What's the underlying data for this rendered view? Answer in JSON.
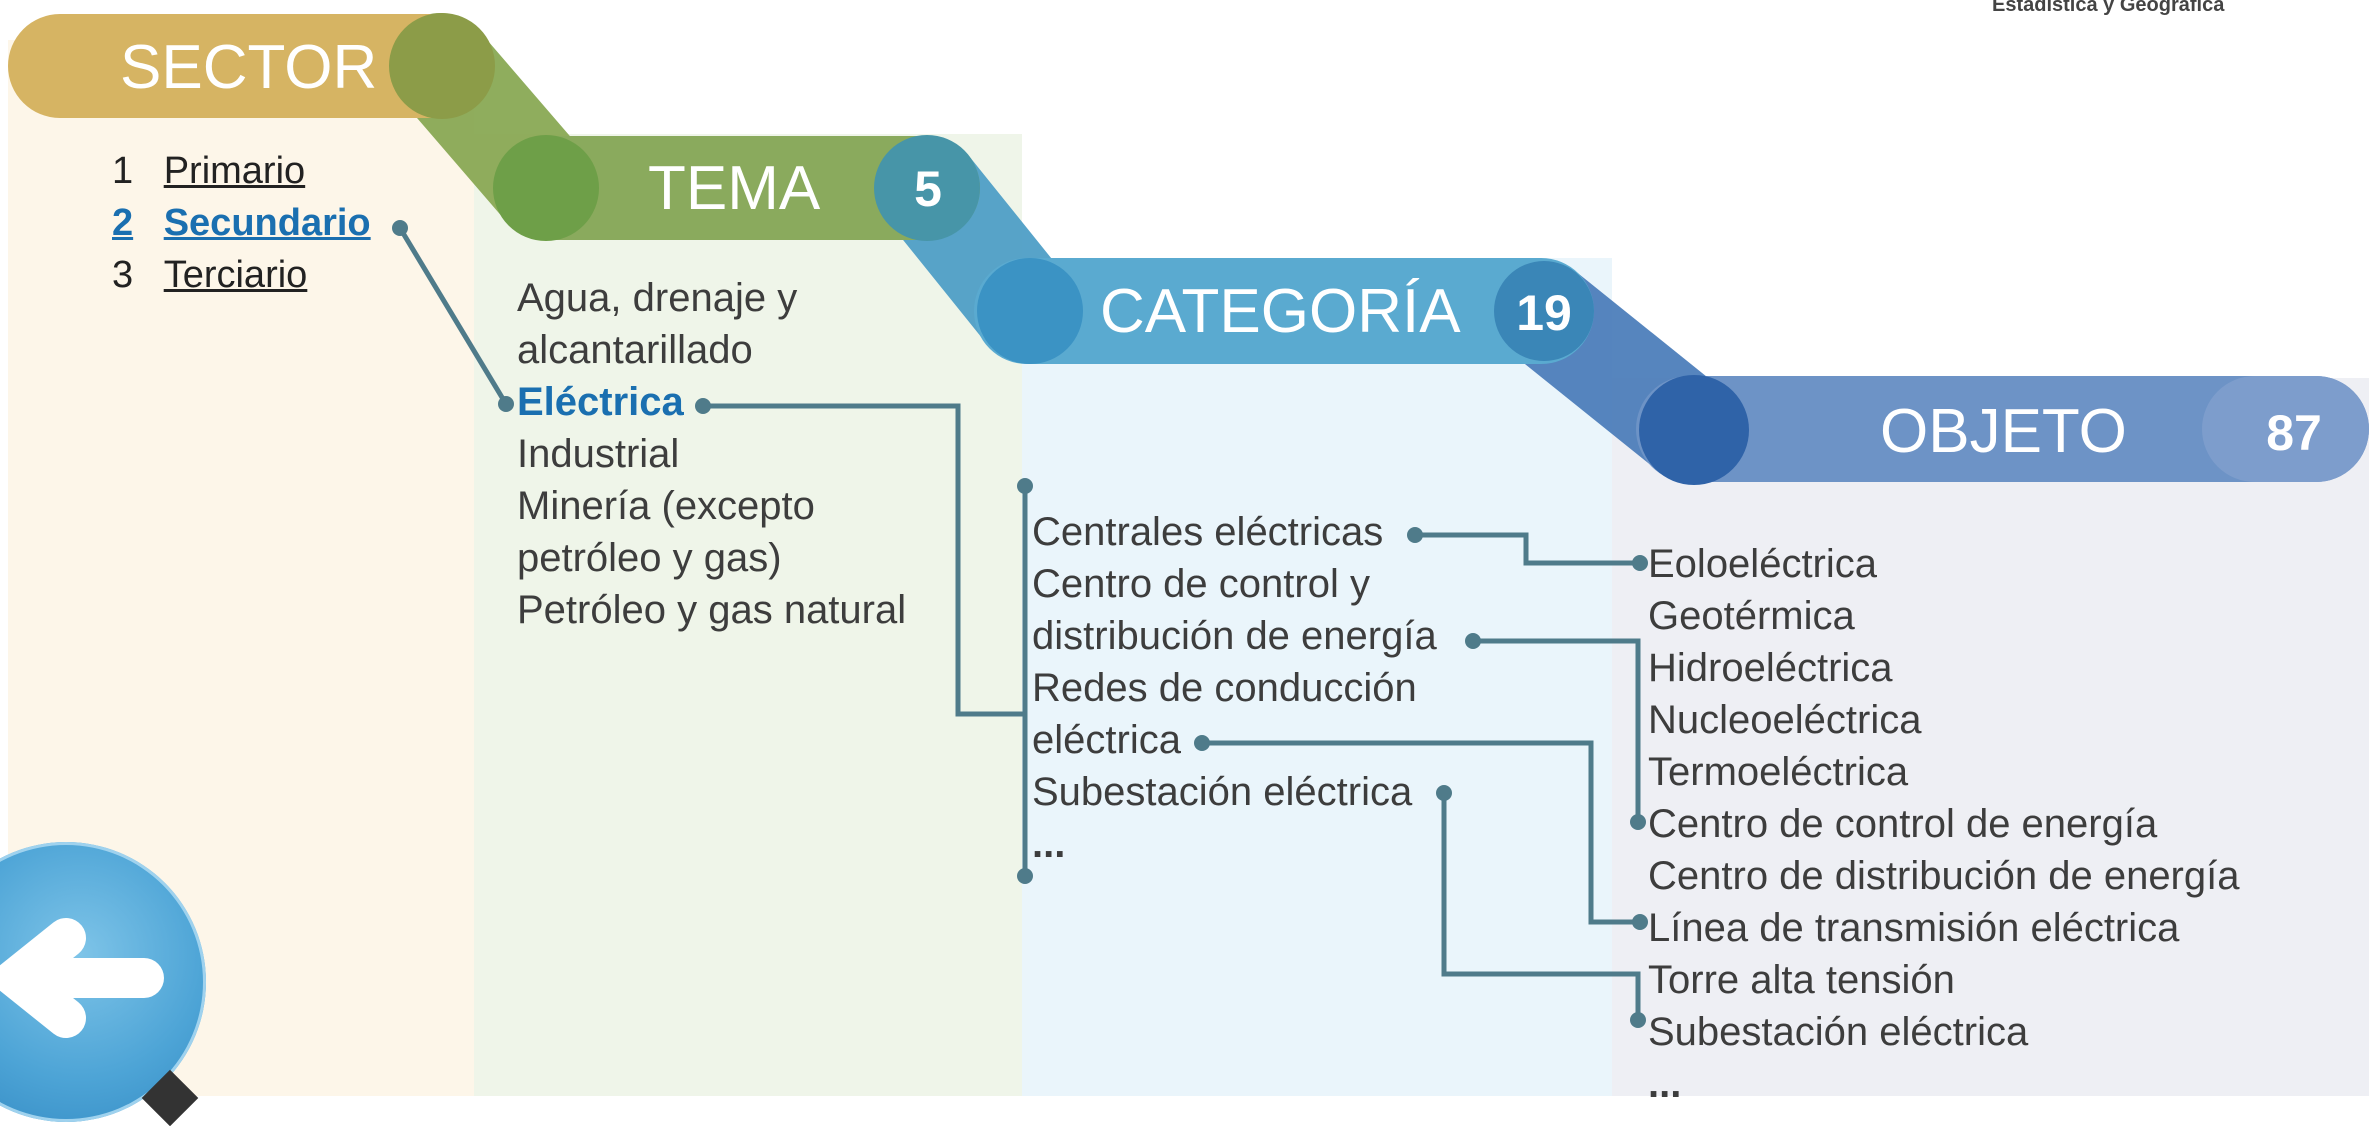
{
  "org": {
    "name": "Estadística y Geográfica"
  },
  "headers": {
    "sector": {
      "label": "SECTOR"
    },
    "tema": {
      "label": "TEMA",
      "count": "5"
    },
    "categoria": {
      "label": "CATEGORÍA",
      "count": "19"
    },
    "objeto": {
      "label": "OBJETO",
      "count": "87"
    }
  },
  "sectors": [
    {
      "num": "1",
      "label": "Primario"
    },
    {
      "num": "2",
      "label": "Secundario",
      "selected": true
    },
    {
      "num": "3",
      "label": "Terciario"
    }
  ],
  "temas": [
    {
      "label": "Agua, drenaje y"
    },
    {
      "label": "alcantarillado"
    },
    {
      "label": "Eléctrica",
      "selected": true
    },
    {
      "label": "Industrial"
    },
    {
      "label": "Minería (excepto"
    },
    {
      "label": "petróleo y gas)"
    },
    {
      "label": "Petróleo y gas natural"
    }
  ],
  "categorias": [
    {
      "label": "Centrales eléctricas"
    },
    {
      "label": "Centro de control y"
    },
    {
      "label": "distribución de energía"
    },
    {
      "label": "Redes de conducción"
    },
    {
      "label": "eléctrica"
    },
    {
      "label": "Subestación eléctrica"
    },
    {
      "label": "..."
    }
  ],
  "objetos": [
    {
      "label": "Eoloeléctrica"
    },
    {
      "label": "Geotérmica"
    },
    {
      "label": "Hidroeléctrica"
    },
    {
      "label": "Nucleoeléctrica"
    },
    {
      "label": "Termoeléctrica"
    },
    {
      "label": "Centro de control de energía"
    },
    {
      "label": "Centro de distribución de energía"
    },
    {
      "label": "Línea de transmisión eléctrica"
    },
    {
      "label": "Torre alta tensión"
    },
    {
      "label": "Subestación eléctrica"
    },
    {
      "label": "..."
    }
  ],
  "colors": {
    "sector": "#d7b76a",
    "tema": "#86a95c",
    "categoria": "#4ea4ca",
    "objeto": "#5d87bd",
    "connector": "#4f7b8a",
    "selected_text": "#1a6fb0"
  },
  "icons": {
    "back": "arrow-left-icon"
  }
}
